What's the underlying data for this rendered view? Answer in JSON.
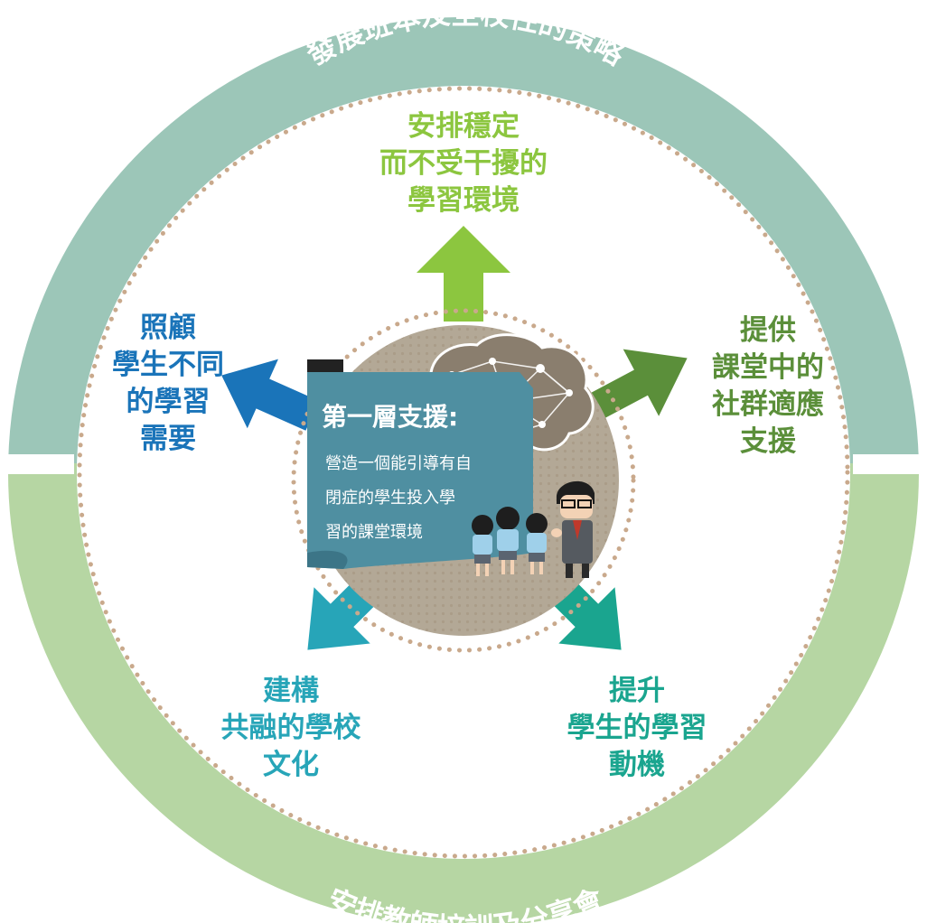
{
  "colors": {
    "outer_ring_top": "#9cc6b8",
    "outer_ring_bottom": "#b6d6a3",
    "dots": "#c9a98c",
    "center_disc": "#b3a896",
    "center_panel": "#4f8fa1",
    "top": "#8cc63f",
    "right": "#5b8f3a",
    "left": "#1a74b9",
    "bottom_left": "#27a5b8",
    "bottom_right": "#1aa58f"
  },
  "ring": {
    "top_text": "發展班本及全校性的策略",
    "bottom_text": "安排教師培訓及分享會"
  },
  "center": {
    "title": "第一層支援:",
    "body_lines": [
      "營造一個能引導有自",
      "閉症的學生投入學",
      "習的課堂環境"
    ]
  },
  "branches": {
    "top": [
      "安排穩定",
      "而不受干擾的",
      "學習環境"
    ],
    "right": [
      "提供",
      "課堂中的",
      "社群適應",
      "支援"
    ],
    "left": [
      "照顧",
      "學生不同",
      "的學習",
      "需要"
    ],
    "bottom_left": [
      "建構",
      "共融的學校",
      "文化"
    ],
    "bottom_right": [
      "提升",
      "學生的學習",
      "動機"
    ]
  },
  "icons": [
    "brain-network-icon",
    "teacher-icon",
    "students-icon"
  ]
}
